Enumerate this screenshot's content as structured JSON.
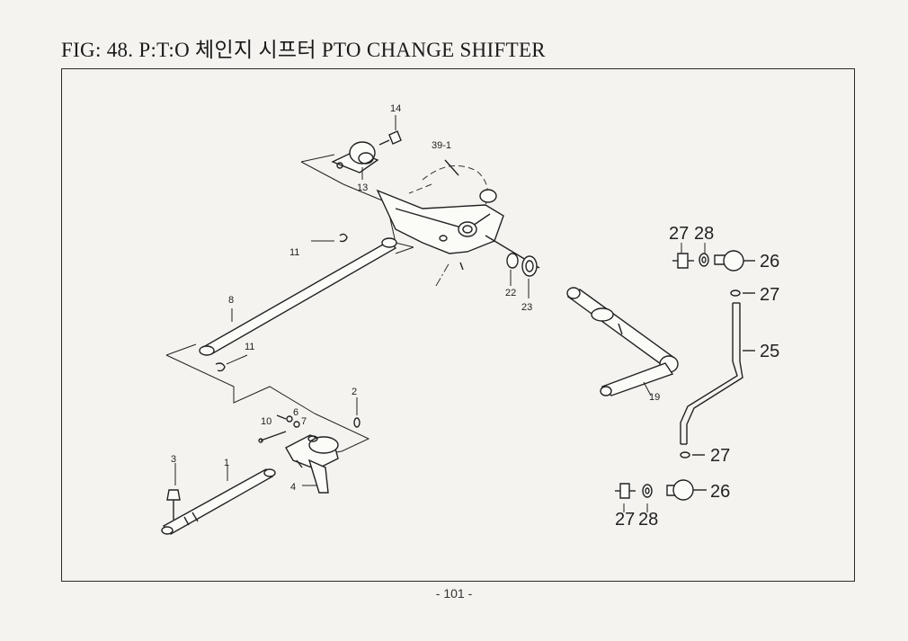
{
  "title": "FIG: 48. P:T:O 체인지 시프터 PTO CHANGE SHIFTER",
  "page_number": "- 101 -",
  "callouts": {
    "c1": "1",
    "c2": "2",
    "c3": "3",
    "c4": "4",
    "c6": "6",
    "c7": "7",
    "c8": "8",
    "c10": "10",
    "c11a": "11",
    "c11b": "11",
    "c13": "13",
    "c14": "14",
    "c19": "19",
    "c22": "22",
    "c23": "23",
    "c39": "39-1",
    "r27a": "27",
    "r28a": "28",
    "r26a": "26",
    "r27b": "27",
    "r25": "25",
    "r27c": "27",
    "r26b": "26",
    "r27d": "27",
    "r28b": "28"
  }
}
